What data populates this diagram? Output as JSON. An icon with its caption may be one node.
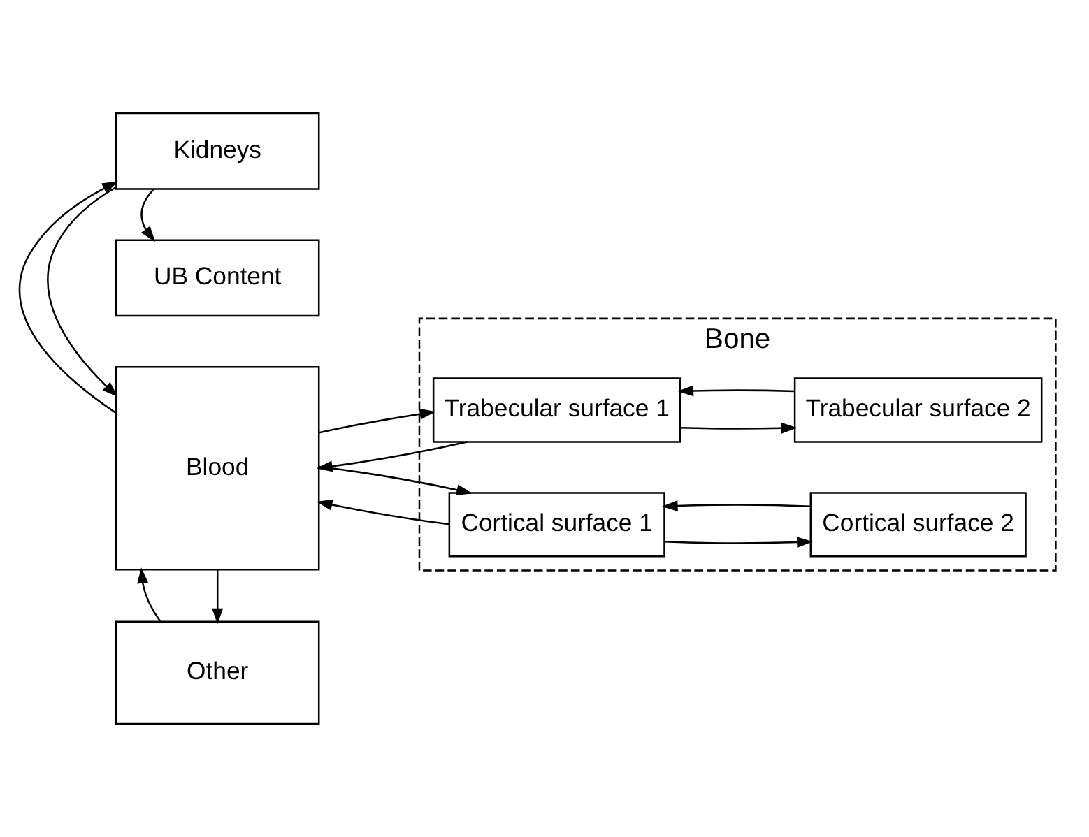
{
  "diagram": {
    "nodes": [
      {
        "text": [
          "Other"
        ]
      },
      {
        "text": [
          "Blood"
        ]
      },
      {
        "text": [
          "Bone"
        ]
      },
      {
        "text": [
          "Trabecular surface 1"
        ],
        "in": 2
      },
      {
        "text": [
          "Trabecular surface 2"
        ],
        "in": 2
      },
      {
        "text": [
          "Cortical surface 1"
        ],
        "in": 2
      },
      {
        "text": [
          "Cortical surface 2"
        ],
        "in": 2
      },
      {
        "text": [
          "Kidneys"
        ]
      },
      {
        "text": [
          "UB Content"
        ]
      }
    ],
    "edges": [
      {
        "from": 1,
        "to": 0,
        "arrow": "to"
      },
      {
        "from": 0,
        "to": 1,
        "arrow": "to"
      },
      {
        "from": 1,
        "to": 3,
        "arrow": "to"
      },
      {
        "from": 3,
        "to": 1,
        "arrow": "to"
      },
      {
        "from": 3,
        "to": 4,
        "arrow": "to"
      },
      {
        "from": 4,
        "to": 3,
        "arrow": "to"
      },
      {
        "from": 1,
        "to": 5,
        "arrow": "to"
      },
      {
        "from": 5,
        "to": 1,
        "arrow": "to"
      },
      {
        "from": 5,
        "to": 6,
        "arrow": "to"
      },
      {
        "from": 6,
        "to": 5,
        "arrow": "to"
      },
      {
        "from": 7,
        "to": 1,
        "arrow": "to"
      },
      {
        "from": 1,
        "to": 7,
        "arrow": "to"
      },
      {
        "from": 7,
        "to": 8,
        "arrow": "to"
      }
    ]
  }
}
